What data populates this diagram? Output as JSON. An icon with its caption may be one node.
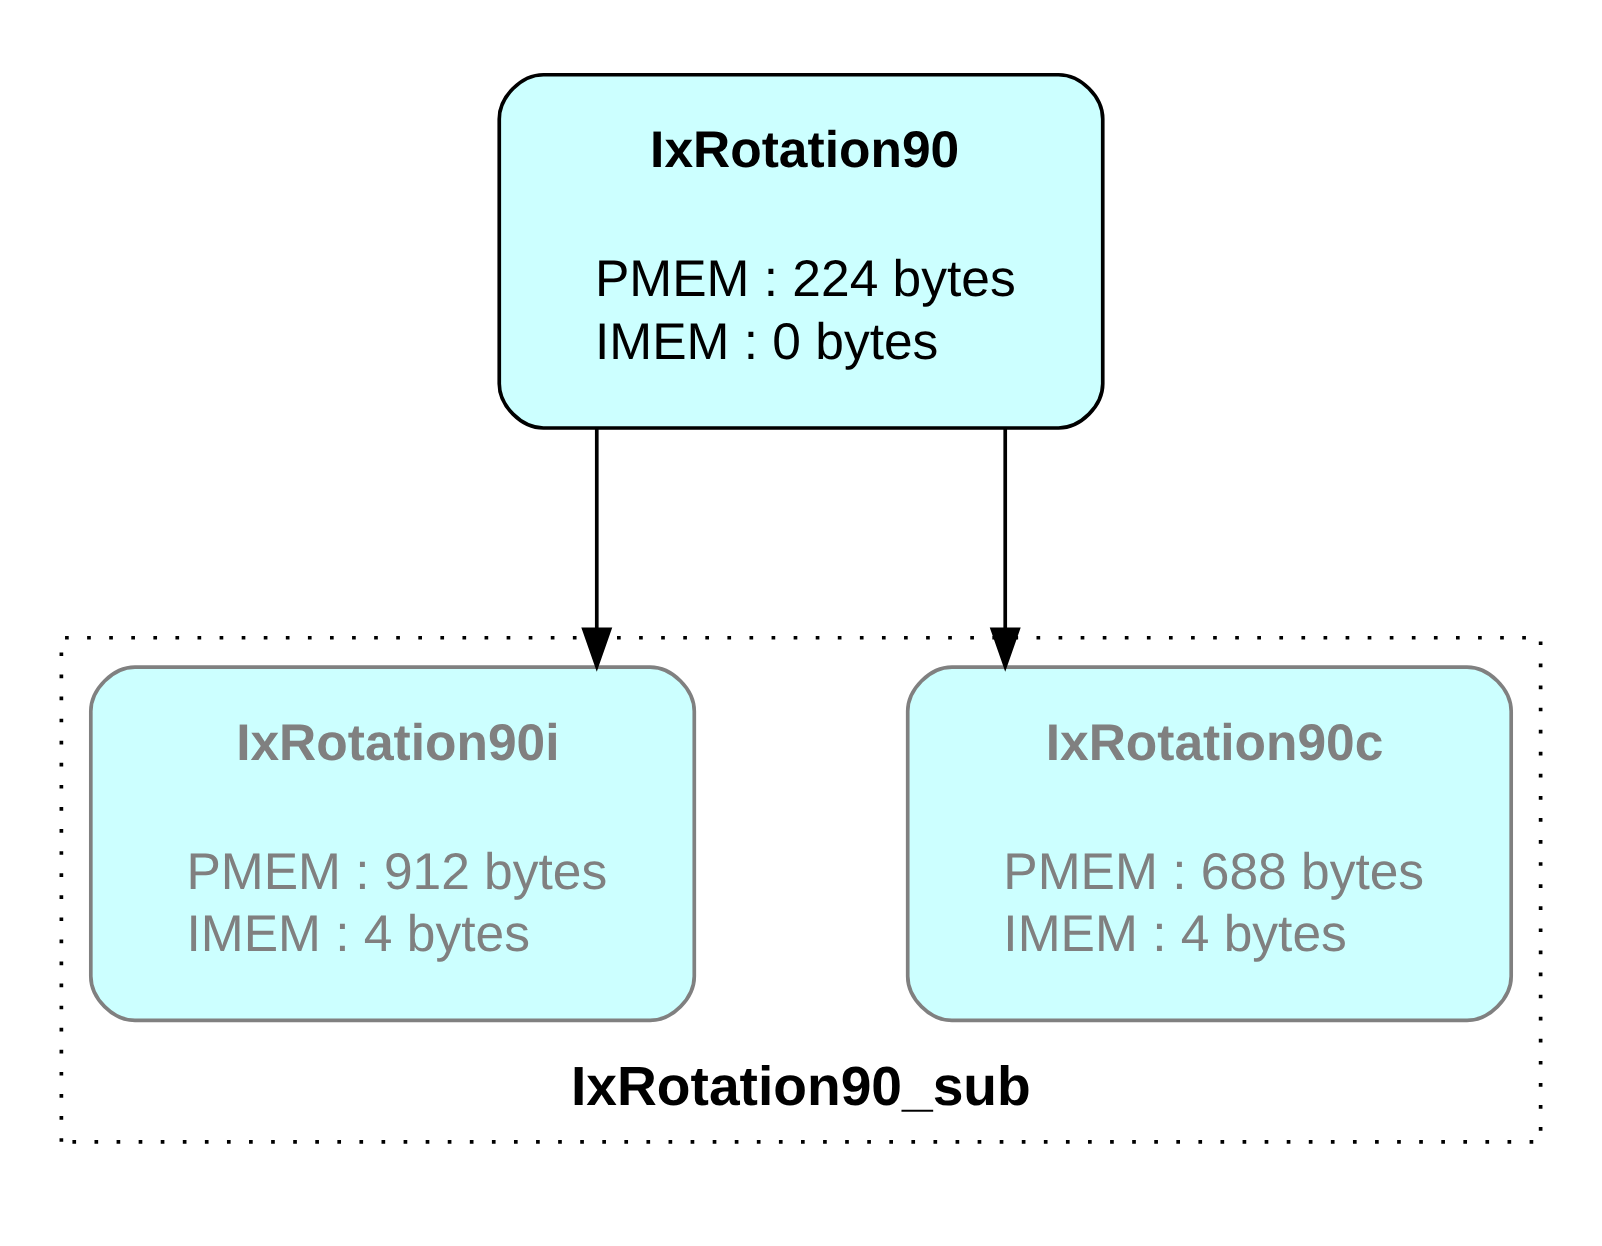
{
  "diagram": {
    "nodes": [
      {
        "text": [
          "IxRotation90",
          "PMEM : 224 bytes",
          "IMEM : 0 bytes"
        ]
      },
      {
        "text": [
          "IxRotation90_sub"
        ]
      },
      {
        "text": [
          "IxRotation90c",
          "PMEM : 688 bytes",
          "IMEM : 4 bytes"
        ],
        "in": 1
      },
      {
        "text": [
          "IxRotation90i",
          "PMEM : 912 bytes",
          "IMEM : 4 bytes"
        ],
        "in": 1
      }
    ],
    "edges": [
      {
        "from": 0,
        "to": 2,
        "arrow": "to"
      },
      {
        "from": 0,
        "to": 3,
        "arrow": "to"
      }
    ]
  }
}
